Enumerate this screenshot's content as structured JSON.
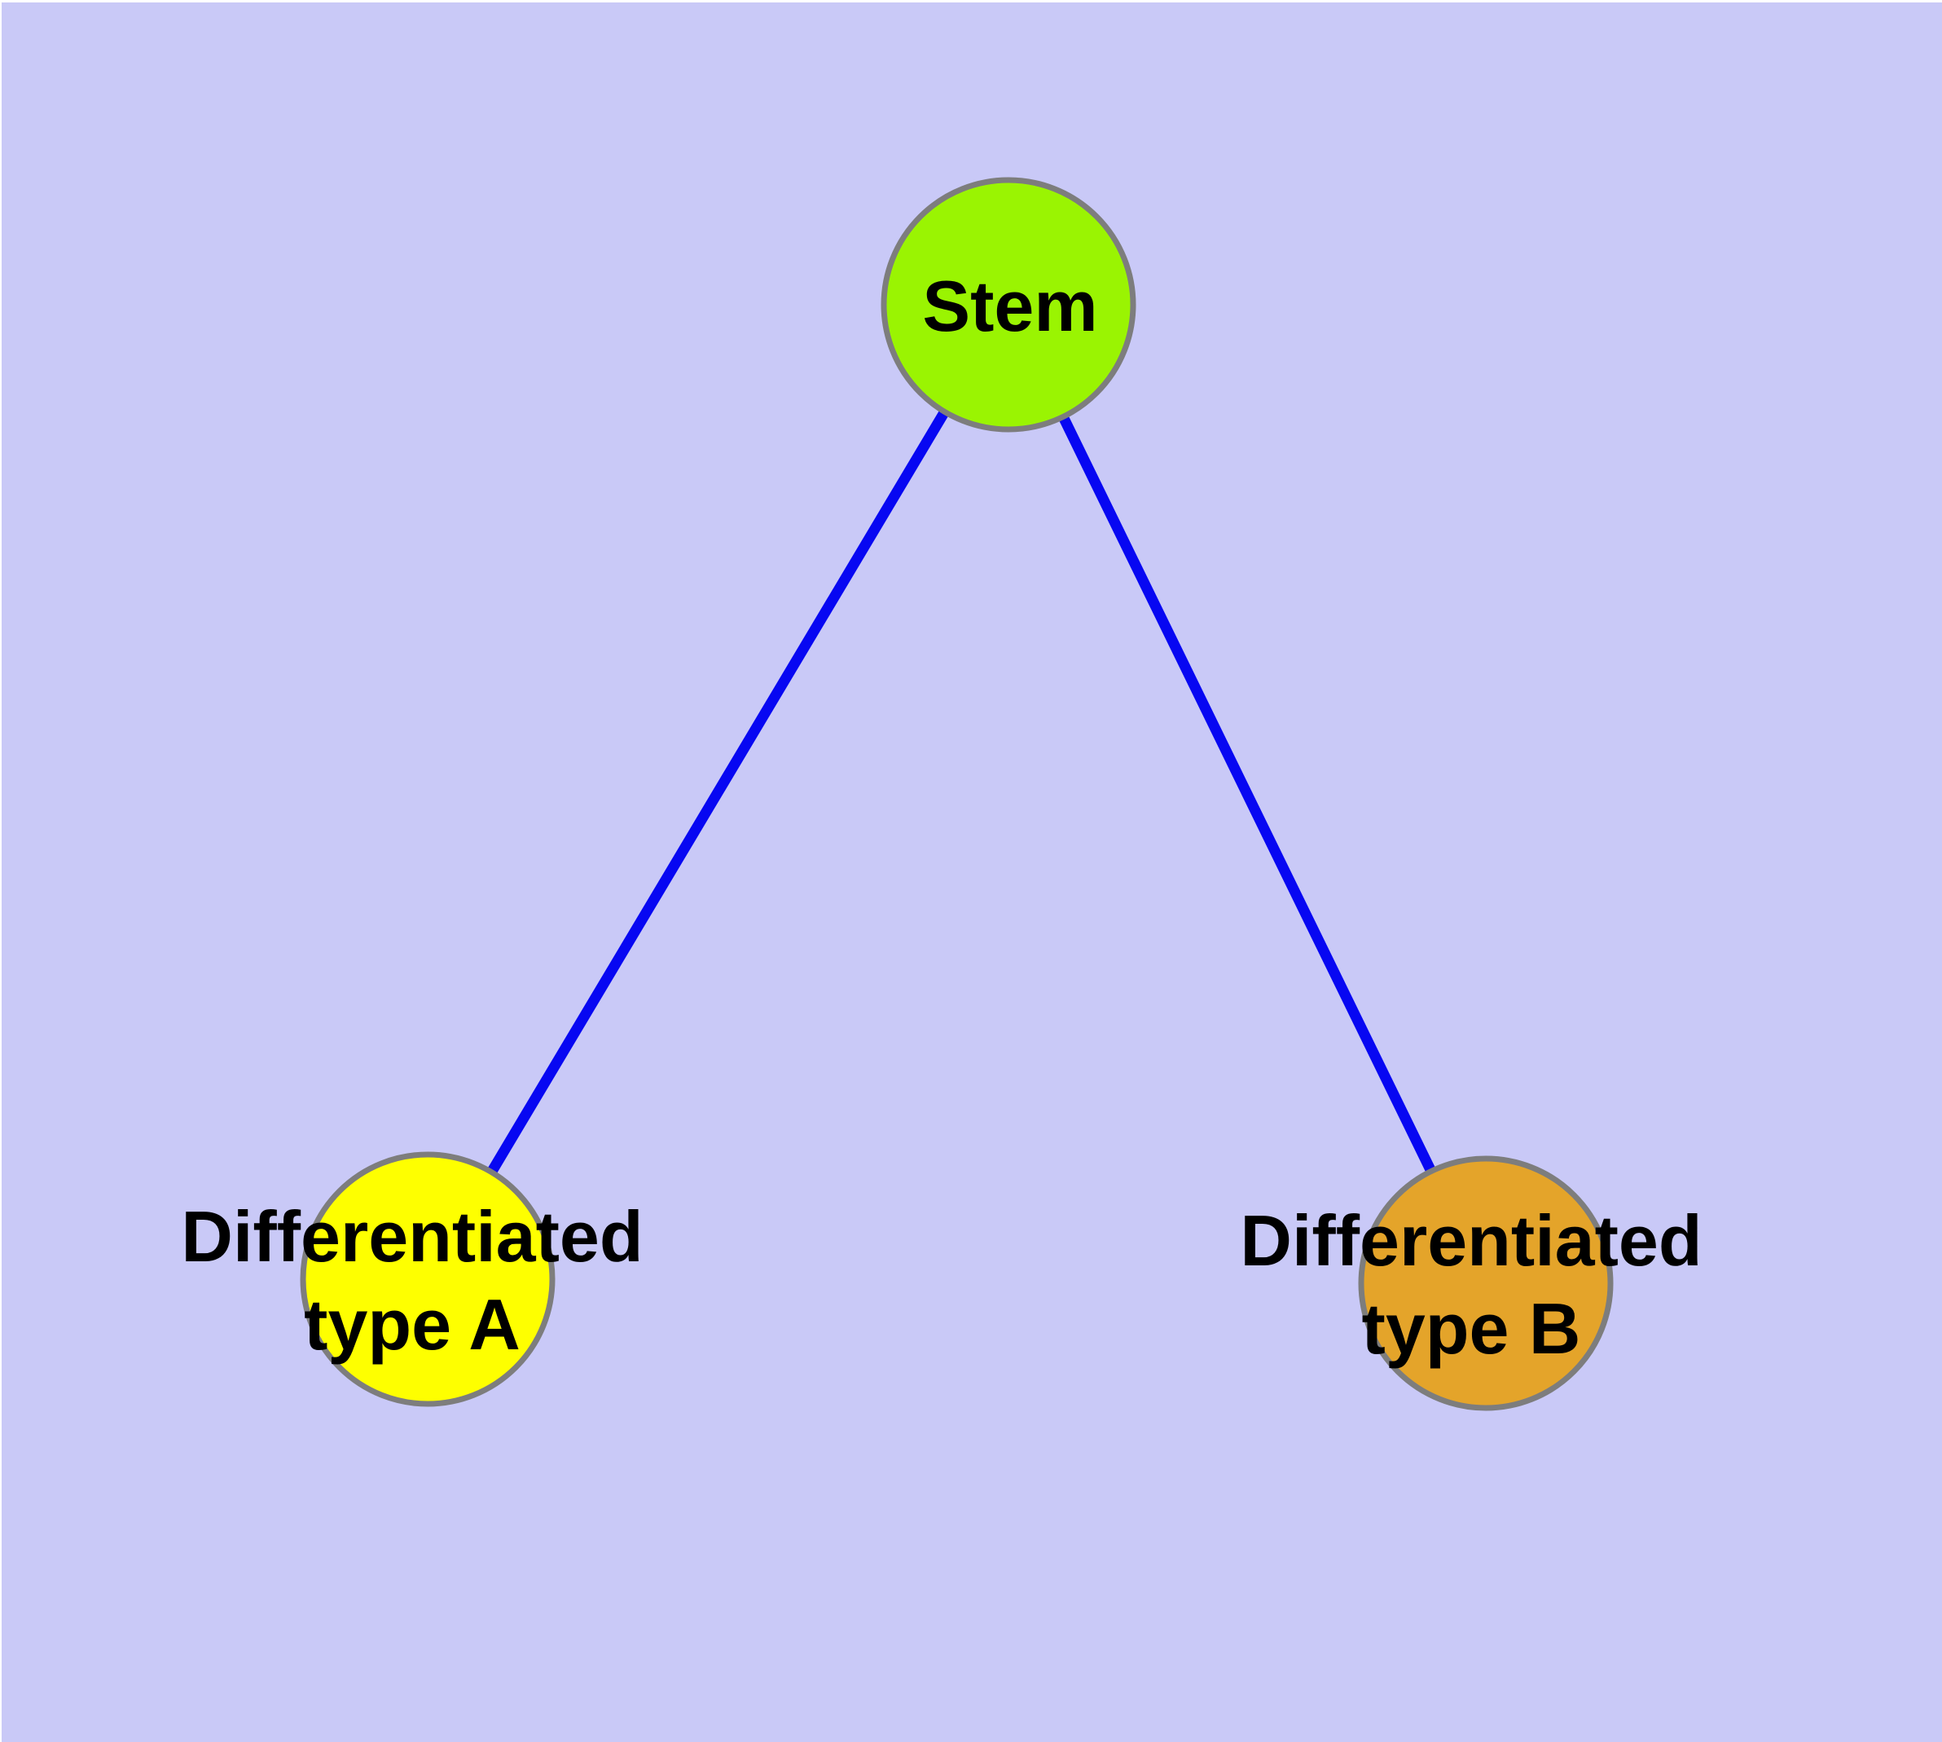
{
  "diagram": {
    "background_color": "#c9c9f7",
    "margin_color": "#ffffff",
    "edge_color": "#0707f2",
    "node_border_color": "#7d7d7d",
    "label_color": "#000000",
    "nodes": {
      "stem": {
        "label": "Stem",
        "fill": "#9af402"
      },
      "type_a": {
        "label_line1": "Differentiated",
        "label_line2": "type A",
        "fill": "#feff00"
      },
      "type_b": {
        "label_line1": "Differentiated",
        "label_line2": "type B",
        "fill": "#e4a42a"
      }
    },
    "edges": [
      {
        "from": "Stem",
        "to": "Differentiated type A"
      },
      {
        "from": "Stem",
        "to": "Differentiated type B"
      }
    ]
  }
}
